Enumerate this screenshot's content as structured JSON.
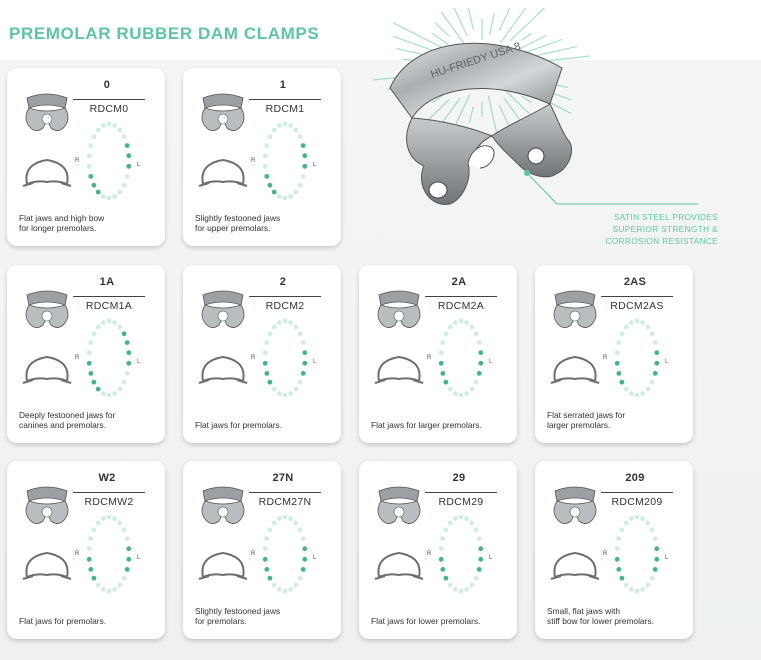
{
  "page": {
    "title": "PREMOLAR RUBBER DAM CLAMPS",
    "accent_color": "#5cc6a3"
  },
  "callout": {
    "lines": [
      "SATIN STEEL PROVIDES",
      "SUPERIOR STRENGTH &",
      "CORROSION RESISTANCE"
    ]
  },
  "hero": {
    "engraving": "HU-FRIEDY USA 8"
  },
  "chart_labels": {
    "left": "R",
    "right": "L"
  },
  "cards": [
    {
      "number": "0",
      "code": "RDCM0",
      "desc": [
        "Flat jaws and high bow",
        "for longer premolars."
      ],
      "highlight": [
        4,
        5,
        6,
        13,
        14,
        15
      ]
    },
    {
      "number": "1",
      "code": "RDCM1",
      "desc": [
        "Slightly festooned jaws",
        "for upper premolars."
      ],
      "highlight": [
        4,
        5,
        6,
        13,
        14,
        15
      ]
    },
    {
      "number": "1A",
      "code": "RDCM1A",
      "desc": [
        "Deeply festooned jaws for",
        "canines and premolars."
      ],
      "highlight": [
        3,
        4,
        5,
        6,
        13,
        14,
        15,
        16
      ]
    },
    {
      "number": "2",
      "code": "RDCM2",
      "desc": [
        "Flat jaws for premolars."
      ],
      "highlight": [
        5,
        6,
        7,
        14,
        15,
        16
      ]
    },
    {
      "number": "2A",
      "code": "RDCM2A",
      "desc": [
        "Flat jaws for larger premolars."
      ],
      "highlight": [
        5,
        6,
        7,
        14,
        15,
        16
      ]
    },
    {
      "number": "2AS",
      "code": "RDCM2AS",
      "desc": [
        "Flat serrated jaws for",
        "larger premolars."
      ],
      "highlight": [
        5,
        6,
        7,
        14,
        15,
        16
      ]
    },
    {
      "number": "W2",
      "code": "RDCMW2",
      "desc": [
        "Flat jaws for premolars."
      ],
      "highlight": [
        5,
        6,
        7,
        14,
        15,
        16
      ]
    },
    {
      "number": "27N",
      "code": "RDCM27N",
      "desc": [
        "Slightly festooned jaws",
        "for premolars."
      ],
      "highlight": [
        5,
        6,
        7,
        14,
        15,
        16
      ]
    },
    {
      "number": "29",
      "code": "RDCM29",
      "desc": [
        "Flat jaws for lower premolars."
      ],
      "highlight": [
        5,
        6,
        7,
        14,
        15,
        16
      ]
    },
    {
      "number": "209",
      "code": "RDCM209",
      "desc": [
        "Small, flat jaws with",
        "stiff bow for lower premolars."
      ],
      "highlight": [
        5,
        6,
        7,
        14,
        15,
        16
      ]
    }
  ]
}
